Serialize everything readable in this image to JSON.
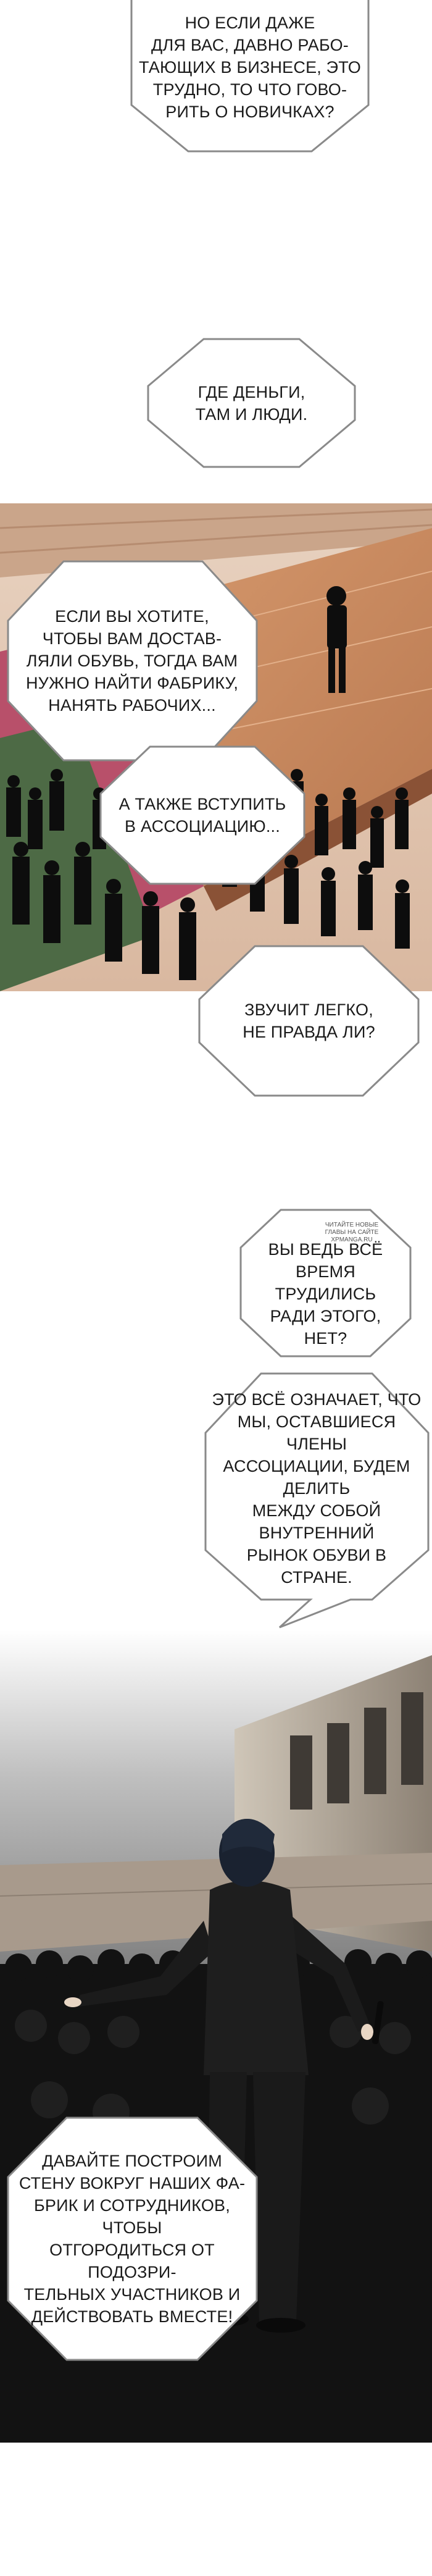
{
  "bubbles": {
    "b1": "НО ЕСЛИ ДАЖЕ\nДЛЯ ВАС, ДАВНО РАБО-\nТАЮЩИХ В БИЗНЕСЕ, ЭТО\nТРУДНО, ТО ЧТО ГОВО-\nРИТЬ О НОВИЧКАХ?",
    "b2": "ГДЕ ДЕНЬГИ,\nТАМ И ЛЮДИ.",
    "b3": "ЕСЛИ ВЫ ХОТИТЕ,\nЧТОБЫ ВАМ ДОСТАВ-\nЛЯЛИ ОБУВЬ, ТОГДА ВАМ\nНУЖНО НАЙТИ ФАБРИКУ,\nНАНЯТЬ РАБОЧИХ...",
    "b4": "А ТАКЖЕ ВСТУПИТЬ\nВ АССОЦИАЦИЮ...",
    "b5": "ЗВУЧИТ ЛЕГКО,\nНЕ ПРАВДА ЛИ?",
    "b6": "ВЫ ВЕДЬ ВСЁ\nВРЕМЯ ТРУДИЛИСЬ\nРАДИ ЭТОГО, НЕТ?",
    "b7": "ЭТО ВСЁ ОЗНАЧАЕТ, ЧТО\nМЫ, ОСТАВШИЕСЯ ЧЛЕНЫ\nАССОЦИАЦИИ, БУДЕМ ДЕЛИТЬ\nМЕЖДУ СОБОЙ ВНУТРЕННИЙ\nРЫНОК ОБУВИ В СТРАНЕ.",
    "b8": "ДАВАЙТЕ ПОСТРОИМ\nСТЕНУ ВОКРУГ НАШИХ ФА-\nБРИК И СОТРУДНИКОВ, ЧТОБЫ\nОТГОРОДИТЬСЯ ОТ ПОДОЗРИ-\nТЕЛЬНЫХ УЧАСТНИКОВ И\nДЕЙСТВОВАТЬ ВМЕСТЕ!"
  },
  "watermark": "ЧИТАЙТЕ НОВЫЕ\nГЛАВЫ НА САЙТЕ\nXPMANGA.RU",
  "colors": {
    "bubble_fill": "#ffffff",
    "bubble_stroke": "#8a8a8a",
    "text": "#1a1a1a",
    "hall_floor": "#c98f6a",
    "hall_wall": "#e6cdb8",
    "carpet_red": "#b8506a",
    "carpet_green": "#4d6a45",
    "silhouette": "#0d0d0d"
  }
}
